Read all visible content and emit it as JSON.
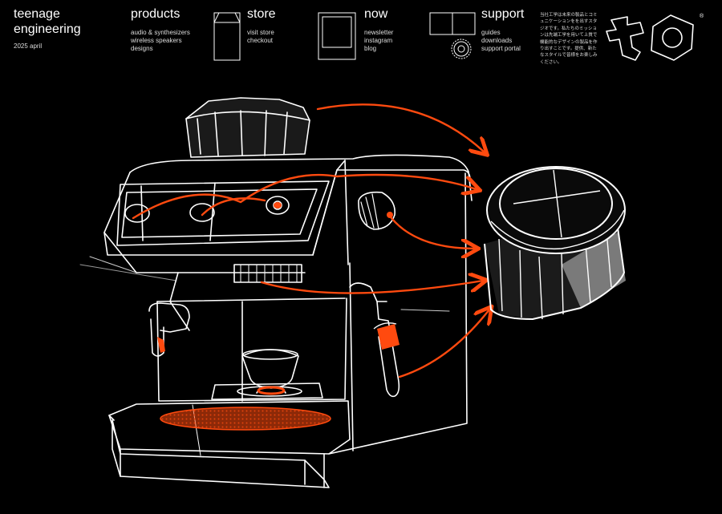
{
  "brand": {
    "line1": "teenage",
    "line2": "engineering",
    "date": "2025 april"
  },
  "nav": {
    "products": {
      "label": "products",
      "links": [
        "audio & synthesizers",
        "wireless speakers",
        "designs"
      ]
    },
    "store": {
      "label": "store",
      "links": [
        "visit store",
        "checkout"
      ]
    },
    "now": {
      "label": "now",
      "links": [
        "newsletter",
        "instagram",
        "blog"
      ]
    },
    "support": {
      "label": "support",
      "links": [
        "guides",
        "downloads",
        "support portal"
      ]
    }
  },
  "mission_jp": "当社工学は未来の製品とコミュニケーションをを出すスタジオです。私たちのミッションは先端工学を用いて上質で機能的なデザインの製品を作り出すことです。提供、新たなスタイルで皆様をお楽しみください。",
  "logo": {
    "registered_mark": "®"
  },
  "colors": {
    "accent": "#ff4a0f",
    "background": "#000000",
    "line": "#ffffff"
  },
  "icons": [
    "store-icon",
    "now-icon",
    "support-icon",
    "support-gear-icon",
    "te-logo-icon"
  ]
}
